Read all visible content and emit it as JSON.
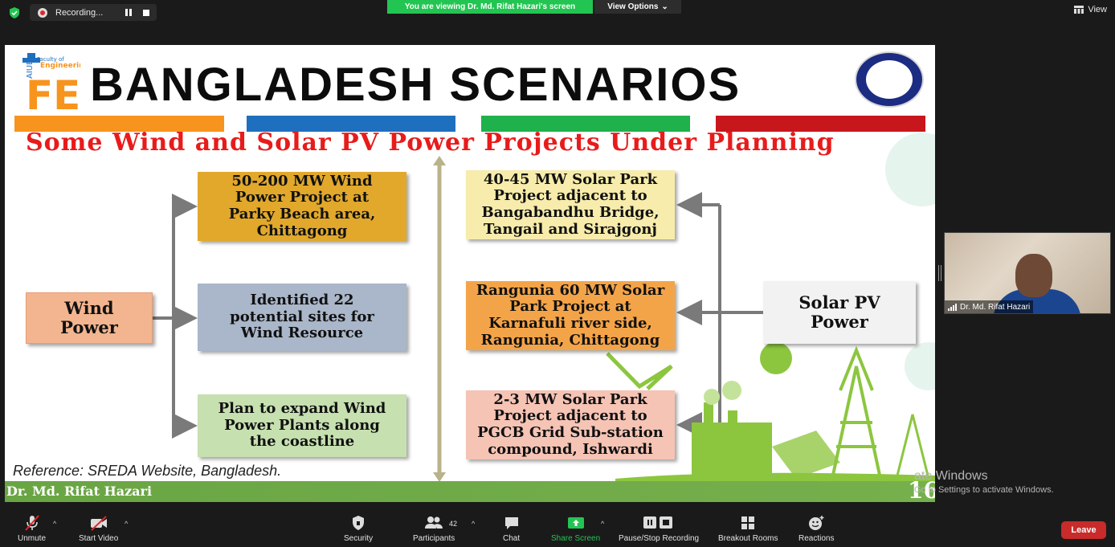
{
  "top_bar": {
    "recording_label": "Recording...",
    "viewing_banner": "You are viewing Dr. Md. Rifat Hazari's screen",
    "view_options_label": "View Options",
    "view_label": "View"
  },
  "slide": {
    "logo_text_1": "Faculty of",
    "logo_text_2": "Engineering",
    "logo_letters": "FE",
    "logo_side_text": "AIUB",
    "title": "BANGLADESH SCENARIOS",
    "subtitle": "Some Wind and Solar PV Power Projects Under Planning",
    "wind_main": [
      "Wind",
      "Power"
    ],
    "wind_items": [
      [
        "50-200 MW Wind",
        "Power Project at",
        "Parky Beach area,",
        "Chittagong"
      ],
      [
        "Identified 22",
        "potential sites for",
        "Wind Resource"
      ],
      [
        "Plan to expand Wind",
        "Power Plants along",
        "the coastline"
      ]
    ],
    "solar_main": [
      "Solar PV",
      "Power"
    ],
    "solar_items": [
      [
        "40-45 MW Solar Park",
        "Project adjacent to",
        "Bangabandhu Bridge,",
        "Tangail and Sirajgonj"
      ],
      [
        "Rangunia 60 MW Solar",
        "Park Project at",
        "Karnafuli river side,",
        "Rangunia, Chittagong"
      ],
      [
        "2-3 MW Solar Park",
        "Project adjacent to",
        "PGCB Grid Sub-station",
        "compound, Ishwardi"
      ]
    ],
    "reference": "Reference: SREDA Website, Bangladesh.",
    "presenter": "Dr. Md. Rifat Hazari",
    "slide_number": "16",
    "colors": {
      "bar_orange": "#f7941d",
      "bar_blue": "#1f6fbf",
      "bar_green": "#1fb14c",
      "bar_red": "#c8161d",
      "subtitle_red": "#e81b1b",
      "footer_green": "#6aa544"
    }
  },
  "watermark": {
    "line1": "ate Windows",
    "line2": "Go to Settings to activate Windows."
  },
  "video": {
    "participant_name": "Dr. Md. Rifat Hazari"
  },
  "toolbar": {
    "unmute": "Unmute",
    "start_video": "Start Video",
    "security": "Security",
    "participants": "Participants",
    "participants_count": "42",
    "chat": "Chat",
    "share_screen": "Share Screen",
    "pause_recording": "Pause/Stop Recording",
    "breakout_rooms": "Breakout Rooms",
    "reactions": "Reactions",
    "leave": "Leave"
  }
}
